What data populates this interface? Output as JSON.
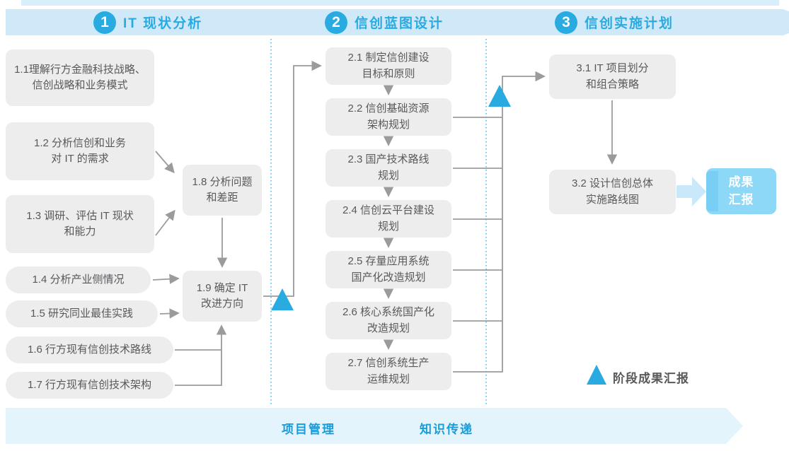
{
  "phases": [
    {
      "number": "1",
      "title": "IT 现状分析",
      "steps": [
        {
          "text": "1.1理解行方金融科技战略、\n信创战略和业务模式"
        },
        {
          "text": "1.2 分析信创和业务\n对 IT 的需求"
        },
        {
          "text": "1.3 调研、评估 IT 现状\n和能力"
        },
        {
          "text": "1.4 分析产业侧情况"
        },
        {
          "text": "1.5 研究同业最佳实践"
        },
        {
          "text": "1.6 行方现有信创技术路线"
        },
        {
          "text": "1.7 行方现有信创技术架构"
        },
        {
          "text": "1.8 分析问题\n和差距"
        },
        {
          "text": "1.9 确定 IT\n改进方向"
        }
      ]
    },
    {
      "number": "2",
      "title": "信创蓝图设计",
      "steps": [
        {
          "text": "2.1 制定信创建设\n目标和原则"
        },
        {
          "text": "2.2 信创基础资源\n架构规划"
        },
        {
          "text": "2.3 国产技术路线\n规划"
        },
        {
          "text": "2.4 信创云平台建设\n规划"
        },
        {
          "text": "2.5 存量应用系统\n国产化改造规划"
        },
        {
          "text": "2.6 核心系统国产化\n改造规划"
        },
        {
          "text": "2.7 信创系统生产\n运维规划"
        }
      ]
    },
    {
      "number": "3",
      "title": "信创实施计划",
      "steps": [
        {
          "text": "3.1 IT 项目划分\n和组合策略"
        },
        {
          "text": "3.2 设计信创总体\n实施路线图"
        }
      ]
    }
  ],
  "outcome": {
    "text": "成果\n汇报"
  },
  "legend": {
    "label": "阶段成果汇报"
  },
  "bottom_bar": {
    "left_label": "项目管理",
    "right_label": "知识传递"
  },
  "colors": {
    "accent_blue": "#29abe2",
    "ribbon_fill": "#cfe9f8",
    "box_fill": "#ededed",
    "box_text": "#58595b",
    "connector_gray": "#9b9b9b",
    "outcome_fill": "#8dd7f7",
    "bottom_bar_fill": "#e4f4fd",
    "bottom_text": "#199cd8"
  }
}
